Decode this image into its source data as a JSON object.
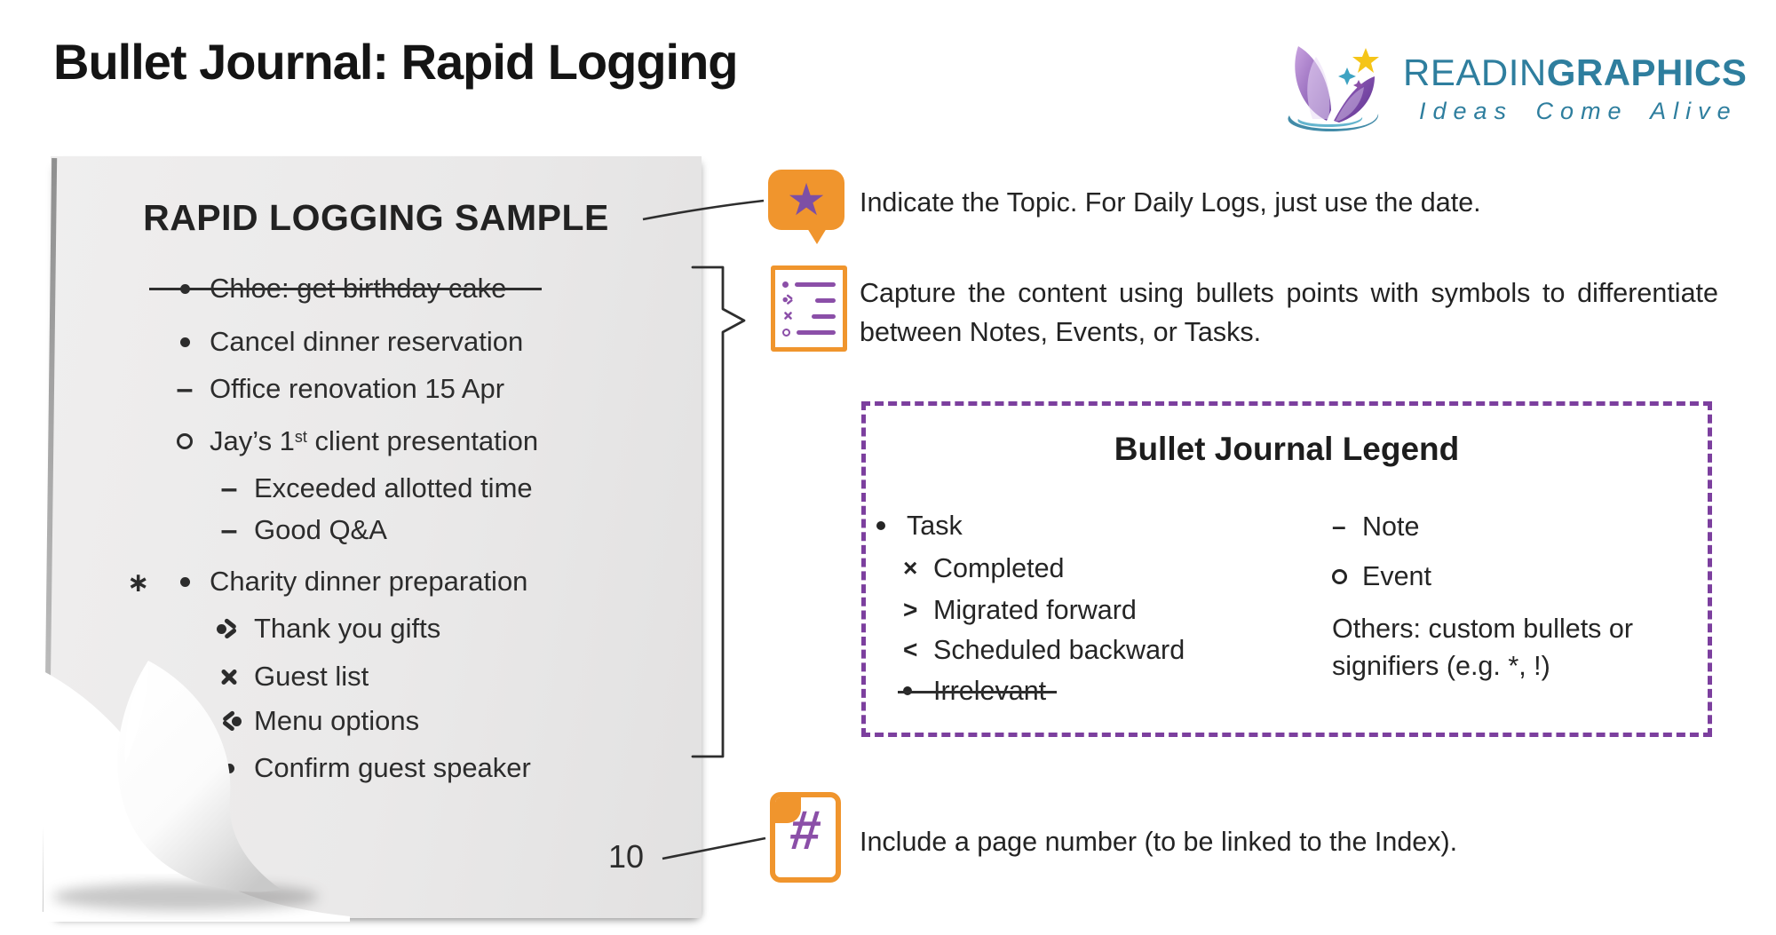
{
  "page": {
    "title": "Bullet Journal: Rapid Logging"
  },
  "logo": {
    "brand_regular": "READIN",
    "brand_bold": "GRAPHICS",
    "tagline": "Ideas Come Alive",
    "icon": "butterfly-book-logo"
  },
  "colors": {
    "accent_orange": "#F0952D",
    "icon_purple": "#8B4FA8",
    "legend_border_purple": "#7C3F9E",
    "brand_teal": "#2E7E9E",
    "paper_gray": "#EAE9E9",
    "ink": "#2C2C2C"
  },
  "paper": {
    "heading": "RAPID LOGGING SAMPLE",
    "items": [
      {
        "marker": "task-bullet",
        "struck": true,
        "text": "Chloe: get birthday cake"
      },
      {
        "marker": "task-bullet",
        "struck": false,
        "text": "Cancel dinner reservation"
      },
      {
        "marker": "note-dash",
        "struck": false,
        "text": "Office renovation 15 Apr",
        "marker_glyph": "–"
      },
      {
        "marker": "event-circle",
        "struck": false,
        "text_pre": "Jay’s 1",
        "sup": "st",
        "text_post": " client presentation"
      },
      {
        "marker": "note-dash",
        "struck": false,
        "text": "Exceeded allotted time",
        "marker_glyph": "–"
      },
      {
        "marker": "note-dash",
        "struck": false,
        "text": "Good Q&A",
        "marker_glyph": "–"
      },
      {
        "marker": "task-bullet",
        "signifier": "∗",
        "struck": false,
        "text": "Charity dinner preparation"
      },
      {
        "marker": "migrated-forward",
        "struck": false,
        "text": "Thank you gifts"
      },
      {
        "marker": "completed-x",
        "struck": false,
        "text": "Guest list"
      },
      {
        "marker": "scheduled-backward",
        "struck": false,
        "text": "Menu options"
      },
      {
        "marker": "task-bullet",
        "struck": false,
        "text": "Confirm guest speaker"
      }
    ],
    "page_number": "10"
  },
  "annotations": [
    {
      "icon": "topic-star-bubble",
      "star_glyph": "★",
      "text": "Indicate the Topic. For Daily Logs, just use the date."
    },
    {
      "icon": "bullet-list",
      "text": "Capture the content using bullets points with symbols to differentiate between Notes, Events, or Tasks."
    },
    {
      "icon": "page-number-hash",
      "hash_glyph": "#",
      "text": "Include a page number (to be linked to the Index)."
    }
  ],
  "legend": {
    "title": "Bullet Journal Legend",
    "left": [
      {
        "marker": "•",
        "label": "Task",
        "indent": false,
        "struck": false
      },
      {
        "marker": "×",
        "label": "Completed",
        "indent": true,
        "struck": false
      },
      {
        "marker": ">",
        "label": "Migrated forward",
        "indent": true,
        "struck": false
      },
      {
        "marker": "<",
        "label": "Scheduled backward",
        "indent": true,
        "struck": false
      },
      {
        "marker": "•",
        "label": "Irrelevant",
        "indent": true,
        "struck": true
      }
    ],
    "right": [
      {
        "marker": "–",
        "label": "Note"
      },
      {
        "marker": "○",
        "label": "Event"
      }
    ],
    "others": "Others: custom bullets or signifiers (e.g. *, !)"
  }
}
